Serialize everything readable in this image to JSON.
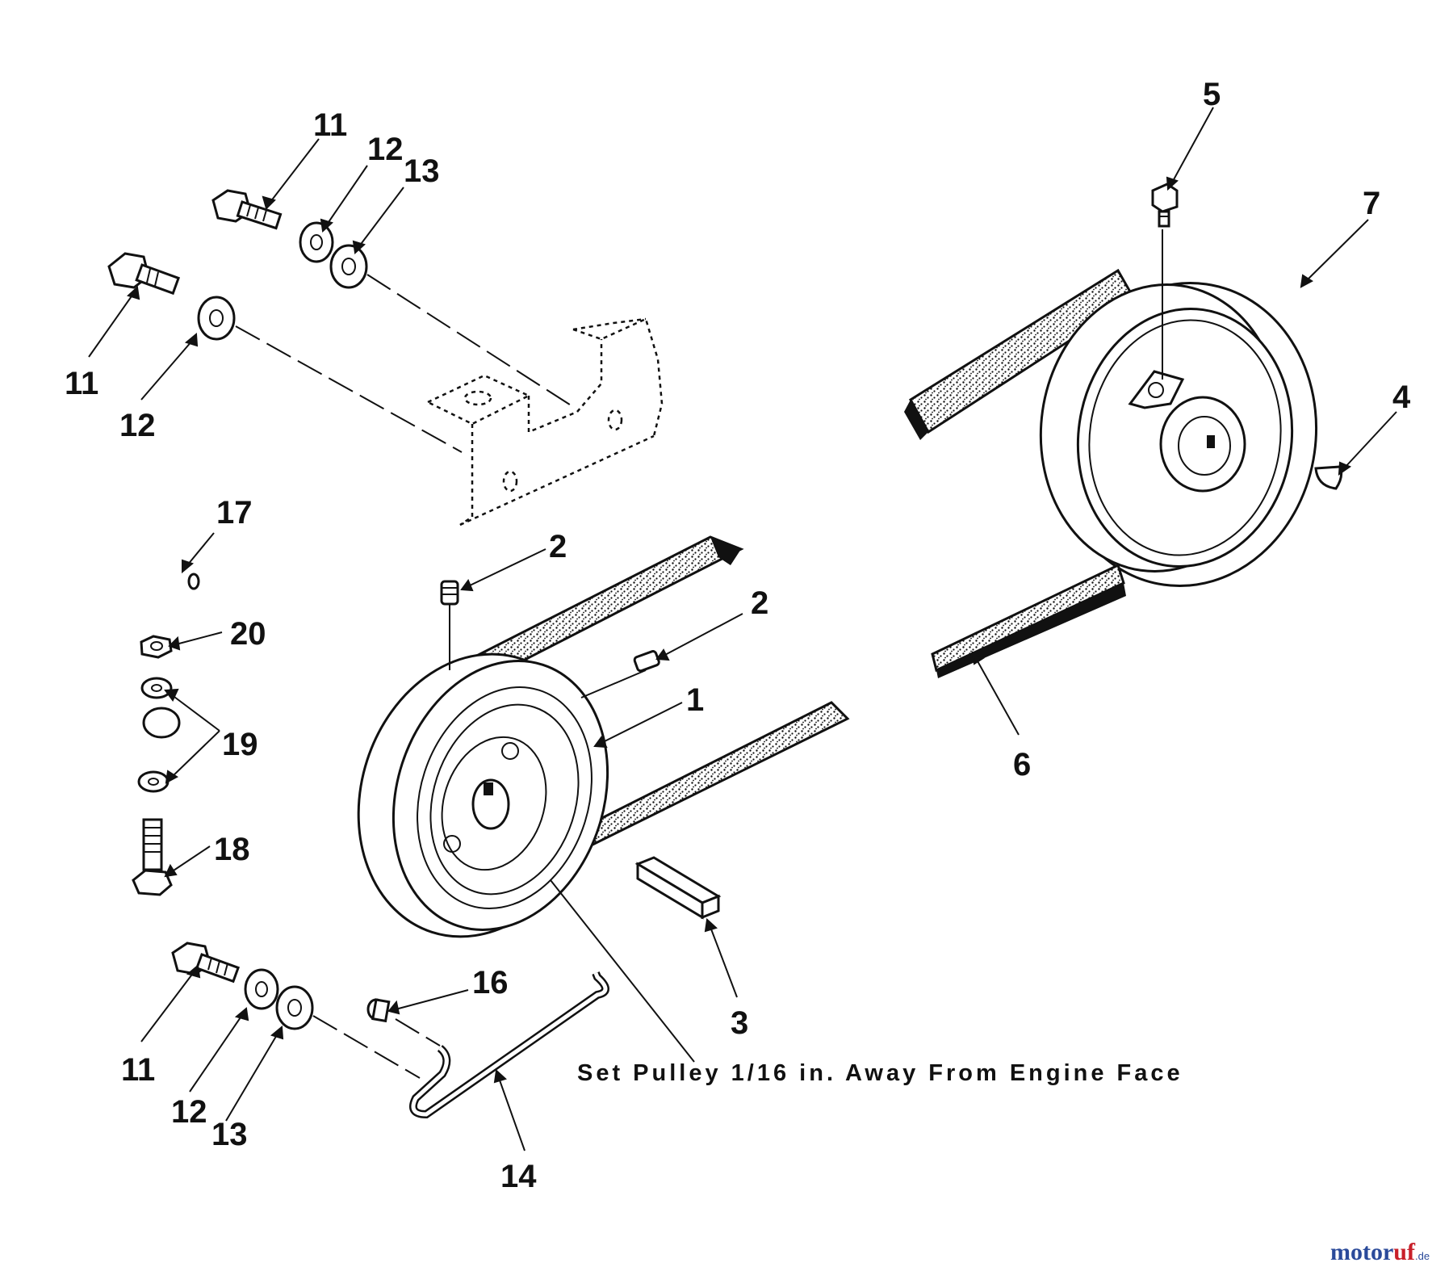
{
  "callouts": {
    "c11a": "11",
    "c12a": "12",
    "c13a": "13",
    "c11b": "11",
    "c12b": "12",
    "c5": "5",
    "c7": "7",
    "c4": "4",
    "c6": "6",
    "c17": "17",
    "c20": "20",
    "c19": "19",
    "c18": "18",
    "c2a": "2",
    "c2b": "2",
    "c1": "1",
    "c3": "3",
    "c16": "16",
    "c11c": "11",
    "c12c": "12",
    "c13c": "13",
    "c14": "14"
  },
  "note": "Set Pulley 1/16 in. Away From Engine Face",
  "watermark": {
    "brand_main": "motor",
    "brand_accent": "uf",
    "brand_suffix": ".de"
  },
  "colors": {
    "ink": "#111111",
    "watermark_blue": "#2a4a9a",
    "watermark_red": "#c8202a"
  }
}
